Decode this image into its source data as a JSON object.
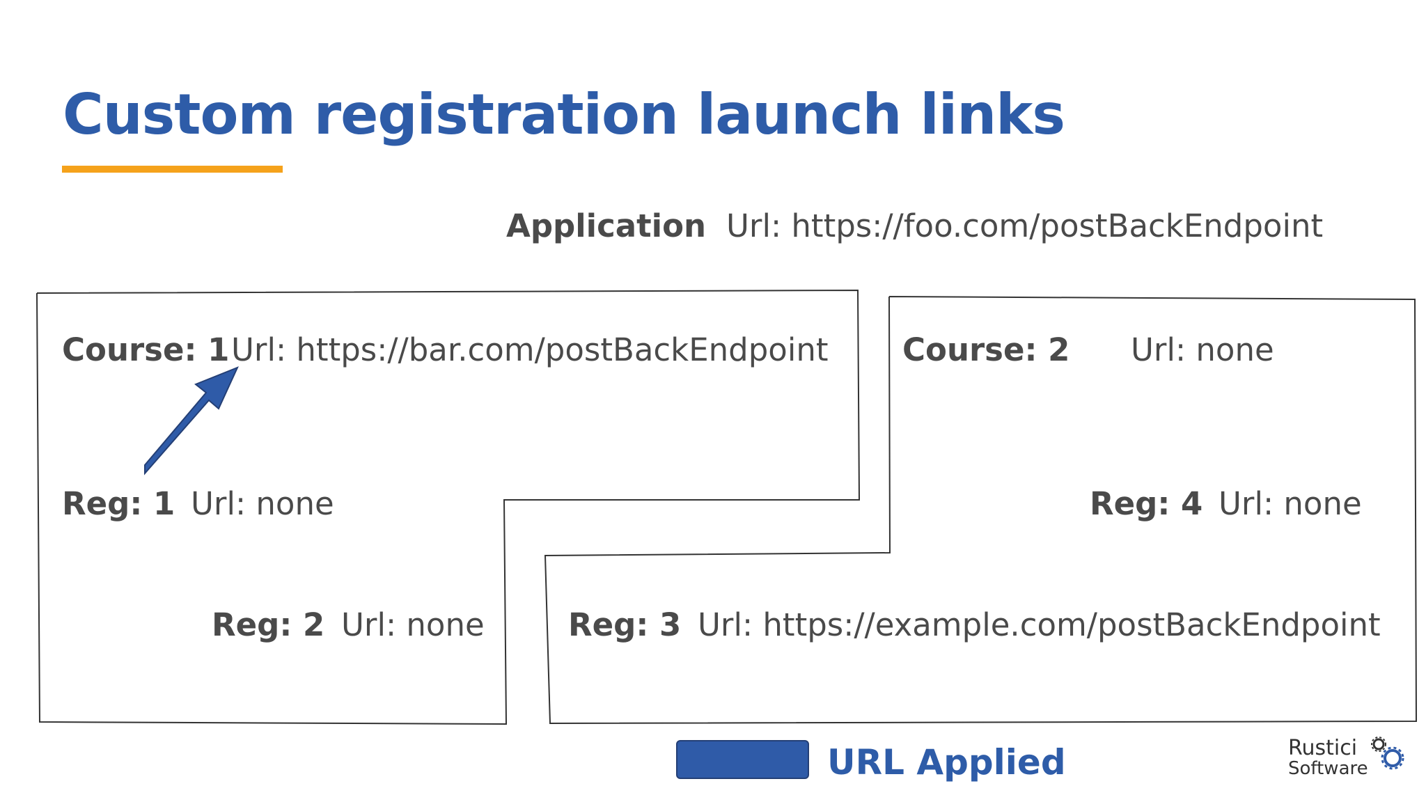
{
  "slide": {
    "title": "Custom registration launch links",
    "accent_color": "#f5a21b",
    "title_color": "#2e5ca8"
  },
  "application": {
    "label": "Application",
    "url": "Url: https://foo.com/postBackEndpoint"
  },
  "course1": {
    "label": "Course: 1",
    "url": "Url: https://bar.com/postBackEndpoint",
    "regs": [
      {
        "label": "Reg: 1",
        "url": "Url: none"
      },
      {
        "label": "Reg: 2",
        "url": "Url: none"
      }
    ]
  },
  "course2": {
    "label": "Course: 2",
    "url": "Url: none",
    "regs": [
      {
        "label": "Reg: 3",
        "url": "Url: https://example.com/postBackEndpoint"
      },
      {
        "label": "Reg: 4",
        "url": "Url: none"
      }
    ]
  },
  "legend": {
    "label": "URL Applied",
    "swatch_color": "#2f5ba8"
  },
  "logo": {
    "line1": "Rustici",
    "line2": "Software",
    "icon": "gear-icon"
  }
}
